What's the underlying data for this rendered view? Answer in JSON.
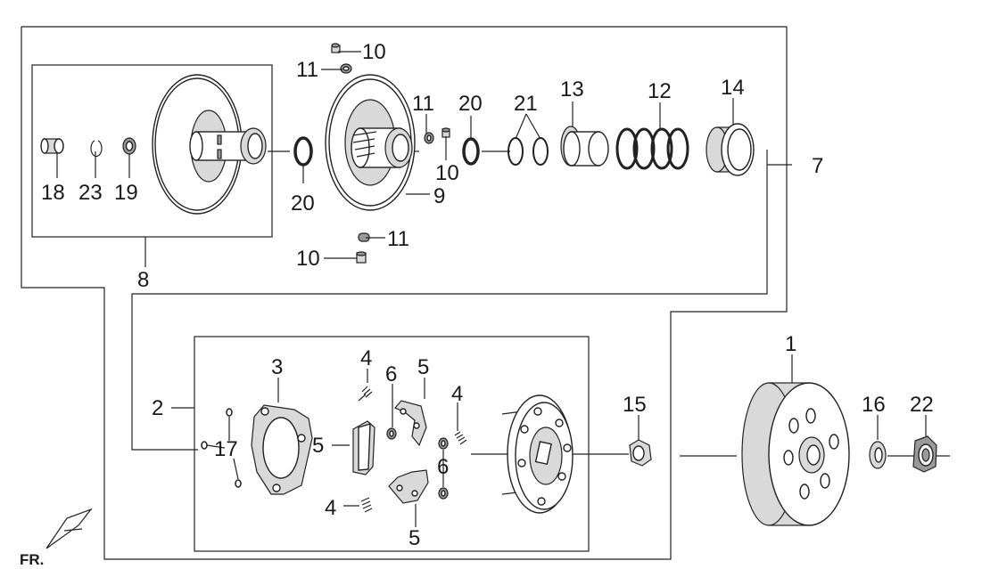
{
  "callouts": {
    "c1": "1",
    "c2": "2",
    "c3": "3",
    "c4a": "4",
    "c4b": "4",
    "c4c": "4",
    "c5a": "5",
    "c5b": "5",
    "c5c": "5",
    "c6a": "6",
    "c6b": "6",
    "c7": "7",
    "c8": "8",
    "c9": "9",
    "c10a": "10",
    "c10b": "10",
    "c10c": "10",
    "c11a": "11",
    "c11b": "11",
    "c11c": "11",
    "c12": "12",
    "c13": "13",
    "c14": "14",
    "c15": "15",
    "c16": "16",
    "c17": "17",
    "c18": "18",
    "c19": "19",
    "c20a": "20",
    "c20b": "20",
    "c21": "21",
    "c22": "22",
    "c23": "23"
  },
  "orientation_label": "FR."
}
